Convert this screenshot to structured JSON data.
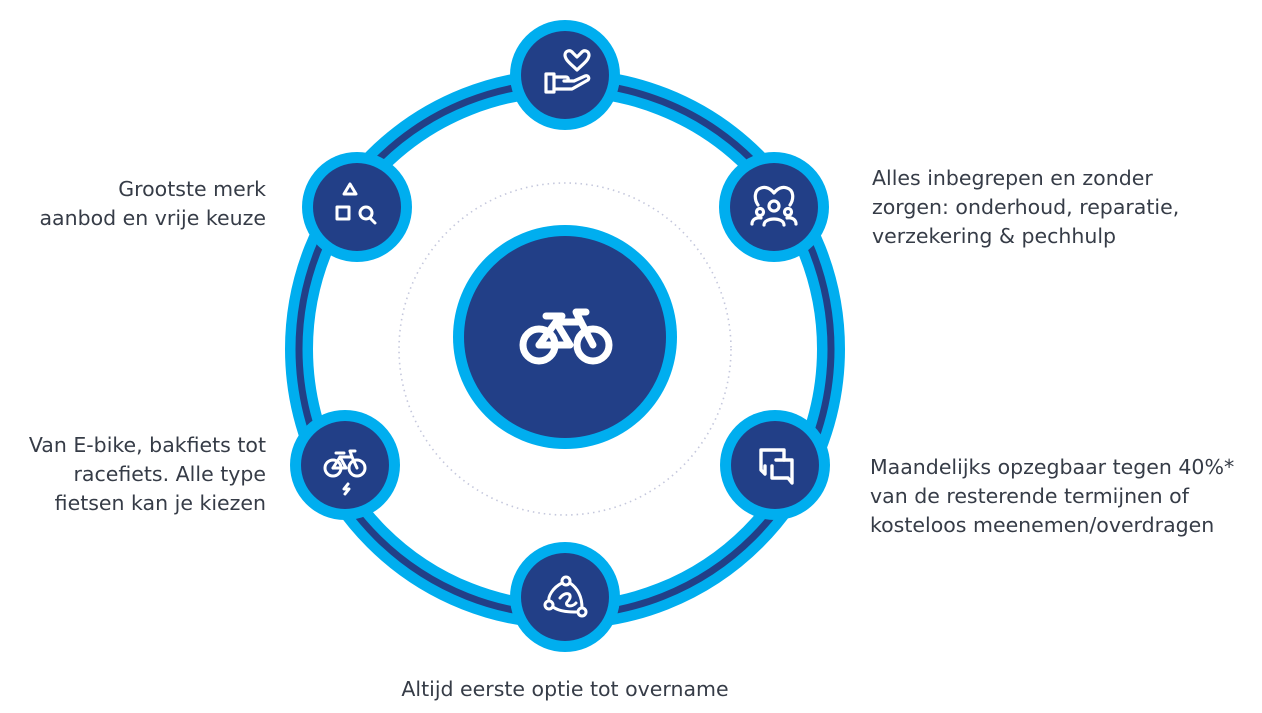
{
  "colors": {
    "ring_outer": "#00aeef",
    "ring_inner": "#223f87",
    "node_fill": "#223f87",
    "node_border": "#00aeef",
    "icon": "#ffffff",
    "dotted_circle": "#c4c7dc"
  },
  "center": {
    "icon": "bicycle-icon"
  },
  "features": [
    {
      "id": "top",
      "icon": "heart-hand-icon",
      "label": ""
    },
    {
      "id": "top-right",
      "icon": "people-heart-icon",
      "label": "Alles inbegrepen en zonder\nzorgen: onderhoud, reparatie,\nverzekering & pechhulp"
    },
    {
      "id": "bottom-right",
      "icon": "chat-bubbles-icon",
      "label": "Maandelijks opzegbaar tegen 40%*\nvan de resterende termijnen of\nkosteloos meenemen/overdragen"
    },
    {
      "id": "bottom",
      "icon": "route-icon",
      "label": "Altijd eerste optie tot overname"
    },
    {
      "id": "bottom-left",
      "icon": "e-bike-icon",
      "label": "Van E-bike, bakfiets tot\nracefiets. Alle type\nfietsen kan je kiezen"
    },
    {
      "id": "top-left",
      "icon": "shapes-search-icon",
      "label": "Grootste merk\naanbod en vrije keuze"
    }
  ]
}
